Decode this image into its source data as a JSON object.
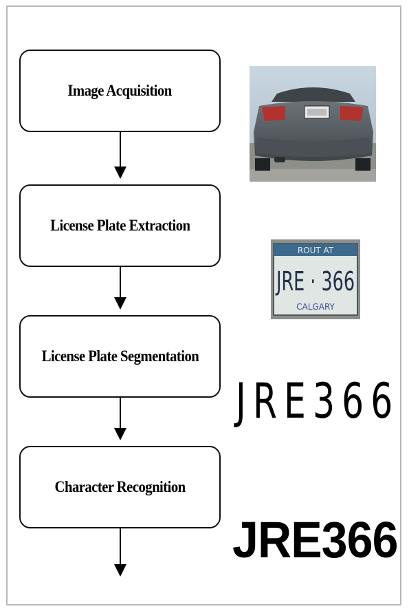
{
  "steps": [
    {
      "label": "Image Acquisition"
    },
    {
      "label": "License Plate Extraction"
    },
    {
      "label": "License Plate Segmentation"
    },
    {
      "label": "Character Recognition"
    }
  ],
  "plate": {
    "top_text": "ROUT AT",
    "main_text": "JRE · 366",
    "bottom_text": "CALGARY"
  },
  "segmented_characters": "JRE366",
  "recognized_text": "JRE366",
  "colors": {
    "box_border": "#111111",
    "arrow": "#000000",
    "frame_border": "#b8b8b8"
  }
}
